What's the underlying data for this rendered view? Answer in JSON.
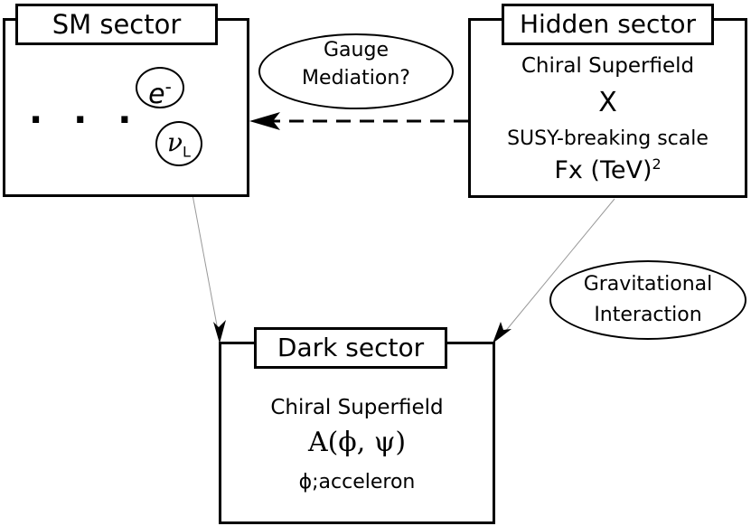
{
  "sm_sector": {
    "title": "SM sector",
    "dots": ". . .",
    "electron": "e",
    "electron_charge": "-",
    "neutrino": "ν",
    "neutrino_subscript": "L"
  },
  "hidden_sector": {
    "title": "Hidden sector",
    "line1": "Chiral Superfield",
    "line2": "X",
    "line3": "SUSY-breaking scale",
    "line4": "Fx (TeV)",
    "line4_superscript": "2"
  },
  "dark_sector": {
    "title": "Dark sector",
    "line1": "Chiral Superfield",
    "line2": "A(ϕ, ψ)",
    "line3": "ϕ;acceleron"
  },
  "gauge_label": {
    "line1": "Gauge",
    "line2": "Mediation?"
  },
  "gravitational_label": {
    "line1": "Gravitational",
    "line2": "Interaction"
  },
  "colors": {
    "line": "#000000",
    "thin_line": "#999999",
    "background": "#ffffff"
  }
}
